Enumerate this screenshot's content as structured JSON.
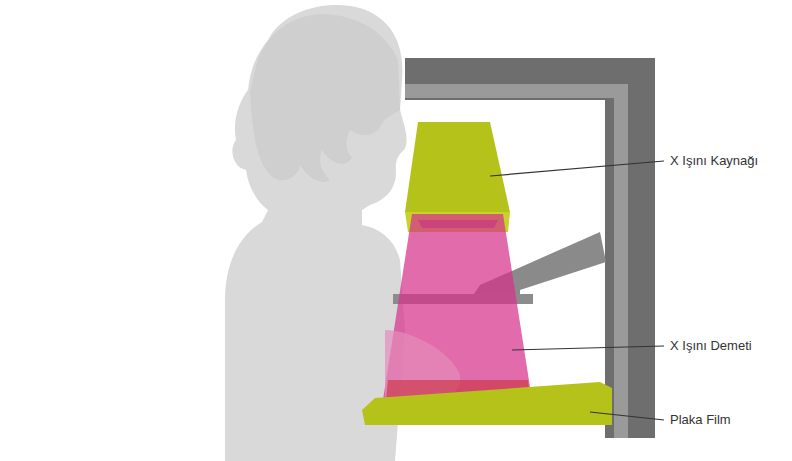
{
  "diagram": {
    "labels": [
      "X Işını Kaynağı",
      "X Işını Demeti",
      "Plaka Film"
    ]
  }
}
